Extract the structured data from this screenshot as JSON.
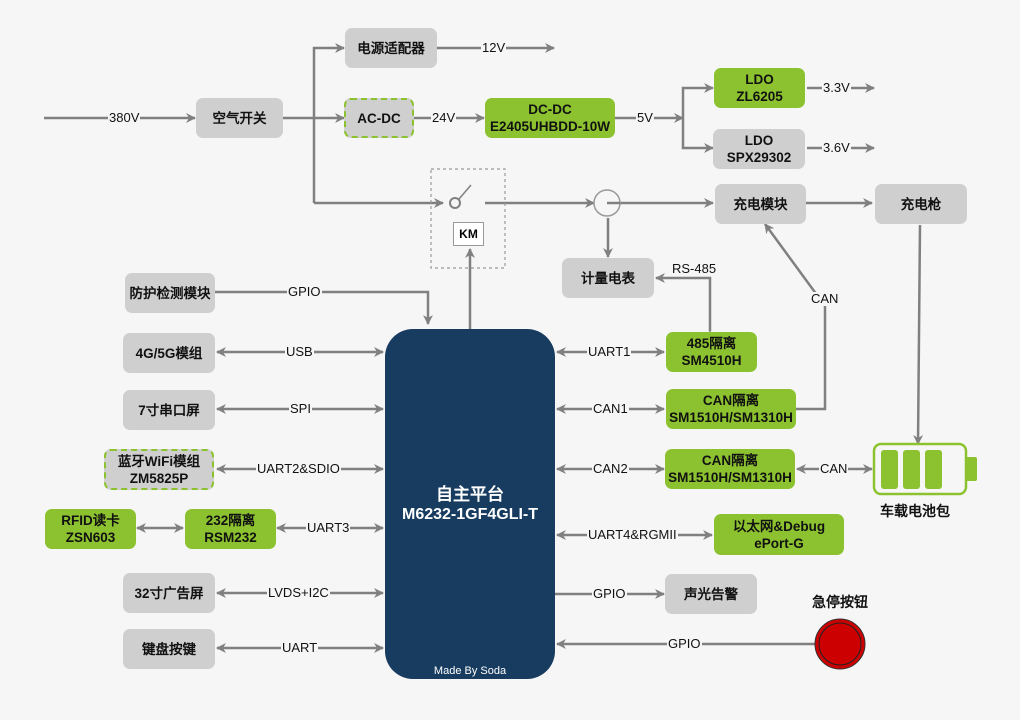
{
  "diagram": {
    "title": "充电桩硬件系统框图",
    "footer": "Made By Soda",
    "colors": {
      "green": "#8cc22f",
      "gray": "#cfcfcf",
      "mcu": "#173c60",
      "wire": "#808080",
      "estop": "#cc0000"
    },
    "mcu": {
      "line1": "自主平台",
      "line2": "M6232-1GF4GLI-T"
    },
    "power": {
      "input_label": "380V",
      "breaker": "空气开关",
      "adapter": "电源适配器",
      "adapter_out": "12V",
      "acdc": "AC-DC",
      "acdc_out": "24V",
      "dcdc_l1": "DC-DC",
      "dcdc_l2": "E2405UHBDD-10W",
      "dcdc_out": "5V",
      "ldo1_l1": "LDO",
      "ldo1_l2": "ZL6205",
      "ldo1_out": "3.3V",
      "ldo2_l1": "LDO",
      "ldo2_l2": "SPX29302",
      "ldo2_out": "3.6V",
      "contactor": "KM",
      "charge_module": "充电模块",
      "charge_gun": "充电枪",
      "meter": "计量电表",
      "meter_bus": "RS-485",
      "can_label": "CAN",
      "battery": "车载电池包"
    },
    "left": [
      {
        "name": "防护检测模块",
        "bus": "GPIO"
      },
      {
        "name": "4G/5G模组",
        "bus": "USB"
      },
      {
        "name": "7寸串口屏",
        "bus": "SPI"
      },
      {
        "name_l1": "蓝牙WiFi模组",
        "name_l2": "ZM5825P",
        "bus": "UART2&SDIO"
      },
      {
        "name_l1": "232隔离",
        "name_l2": "RSM232",
        "bus": "UART3"
      },
      {
        "name": "32寸广告屏",
        "bus": "LVDS+I2C"
      },
      {
        "name": "键盘按键",
        "bus": "UART"
      }
    ],
    "rfid": {
      "l1": "RFID读卡",
      "l2": "ZSN603"
    },
    "right": [
      {
        "name_l1": "485隔离",
        "name_l2": "SM4510H",
        "bus": "UART1"
      },
      {
        "name_l1": "CAN隔离",
        "name_l2": "SM1510H/SM1310H",
        "bus": "CAN1"
      },
      {
        "name_l1": "CAN隔离",
        "name_l2": "SM1510H/SM1310H",
        "bus": "CAN2",
        "out": "CAN"
      },
      {
        "name_l1": "以太网&Debug",
        "name_l2": "ePort-G",
        "bus": "UART4&RGMII"
      },
      {
        "name": "声光告警",
        "bus": "GPIO"
      }
    ],
    "estop": {
      "label": "急停按钮",
      "bus": "GPIO"
    }
  }
}
